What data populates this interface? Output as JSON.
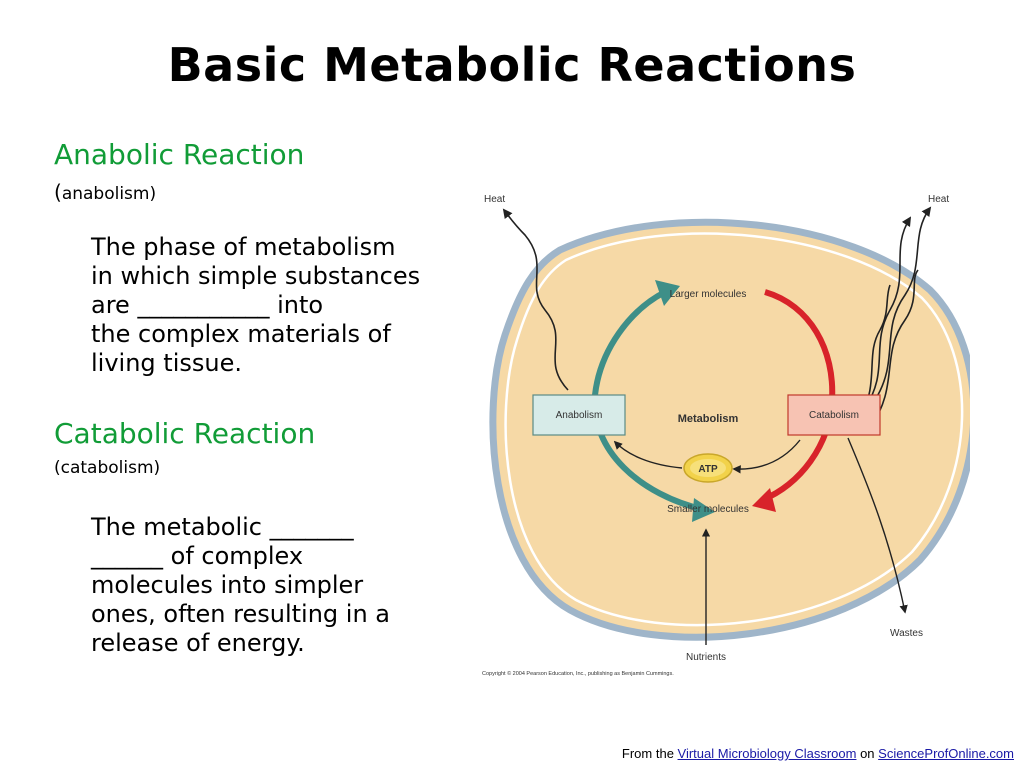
{
  "title": "Basic Metabolic Reactions",
  "anabolic": {
    "heading": "Anabolic Reaction",
    "subtitle_open": "(",
    "subtitle_word": "anabolism",
    "subtitle_close": ")",
    "lines": [
      "The phase of metabolism",
      "in which simple substances",
      "are  ___________  into",
      "the complex materials of",
      "living tissue."
    ]
  },
  "catabolic": {
    "heading": "Catabolic Reaction",
    "subtitle": "(catabolism)",
    "lines": [
      "The metabolic _______",
      "______ of complex",
      "molecules into simpler",
      "ones, often resulting in a",
      "release of energy."
    ]
  },
  "diagram": {
    "heat_left": "Heat",
    "heat_right": "Heat",
    "larger_molecules": "Larger molecules",
    "anabolism": "Anabolism",
    "metabolism": "Metabolism",
    "catabolism": "Catabolism",
    "atp": "ATP",
    "smaller_molecules": "Smaller molecules",
    "wastes": "Wastes",
    "nutrients": "Nutrients",
    "copyright": "Copyright © 2004 Pearson Education, Inc., publishing as Benjamin Cummings.",
    "colors": {
      "cell_fill": "#f6d9a6",
      "membrane": "#9fb5c9",
      "anabolism_arrow": "#3e8f88",
      "catabolism_arrow": "#d8232a",
      "anabolism_box": "#d7ebe8",
      "catabolism_box": "#f7c3b3",
      "atp": "#f2d24a"
    }
  },
  "footer": {
    "prefix": "From the ",
    "link1": "Virtual Microbiology Classroom",
    "middle": " on ",
    "link2": "ScienceProfOnline.com"
  }
}
